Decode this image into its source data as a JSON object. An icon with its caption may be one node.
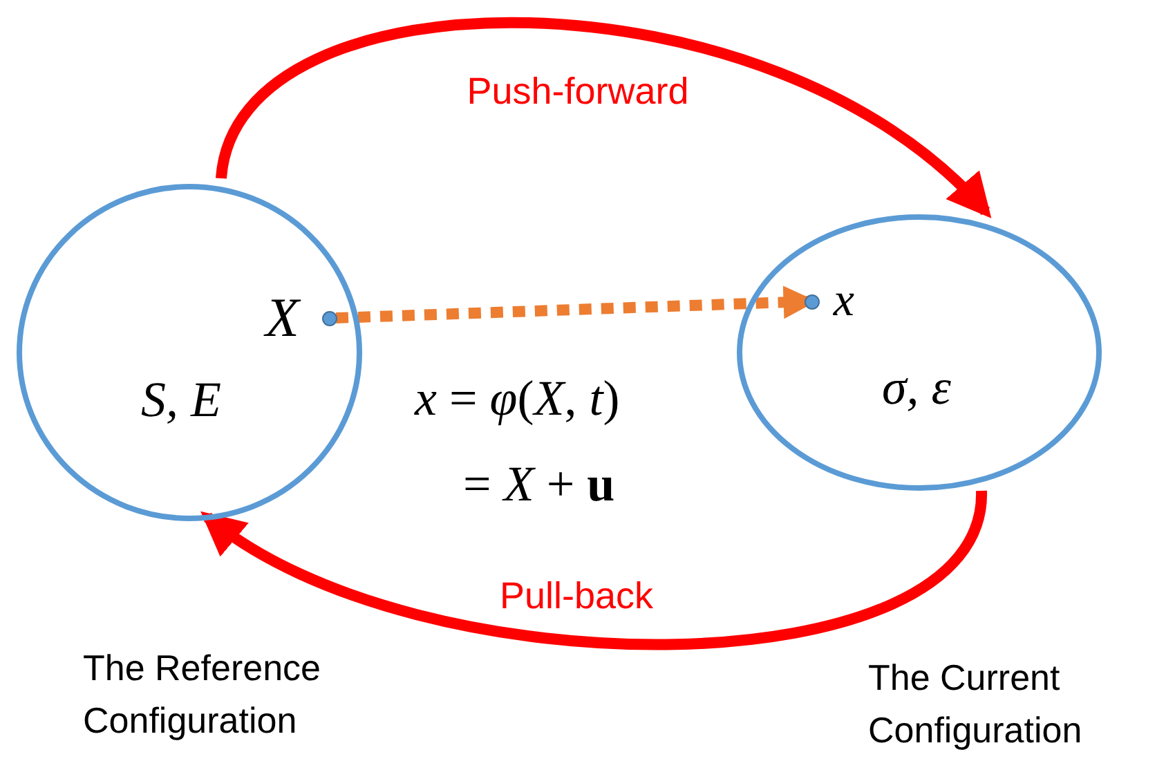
{
  "diagram": {
    "nodes": [
      {
        "text": [
          "S, E"
        ]
      },
      {
        "text": [
          "σ, ε"
        ]
      },
      {
        "text": [
          "X"
        ],
        "in": 0
      },
      {
        "text": [
          "x"
        ],
        "in": 1
      }
    ],
    "edges": [
      {
        "from": 0,
        "to": 1,
        "arrow": "to",
        "label": "Push-forward",
        "color": "#ff0000"
      },
      {
        "from": 1,
        "to": 0,
        "arrow": "to",
        "label": "Pull-back",
        "color": "#ff0000"
      },
      {
        "from": 2,
        "to": 3,
        "arrow": "to",
        "style": "dashed",
        "color": "#ed7d31"
      }
    ],
    "labels": [
      "*x* = *φ*(*X*, *t*)",
      "= *X* + **u**",
      "The Reference Configuration",
      "The Current Configuration"
    ]
  }
}
